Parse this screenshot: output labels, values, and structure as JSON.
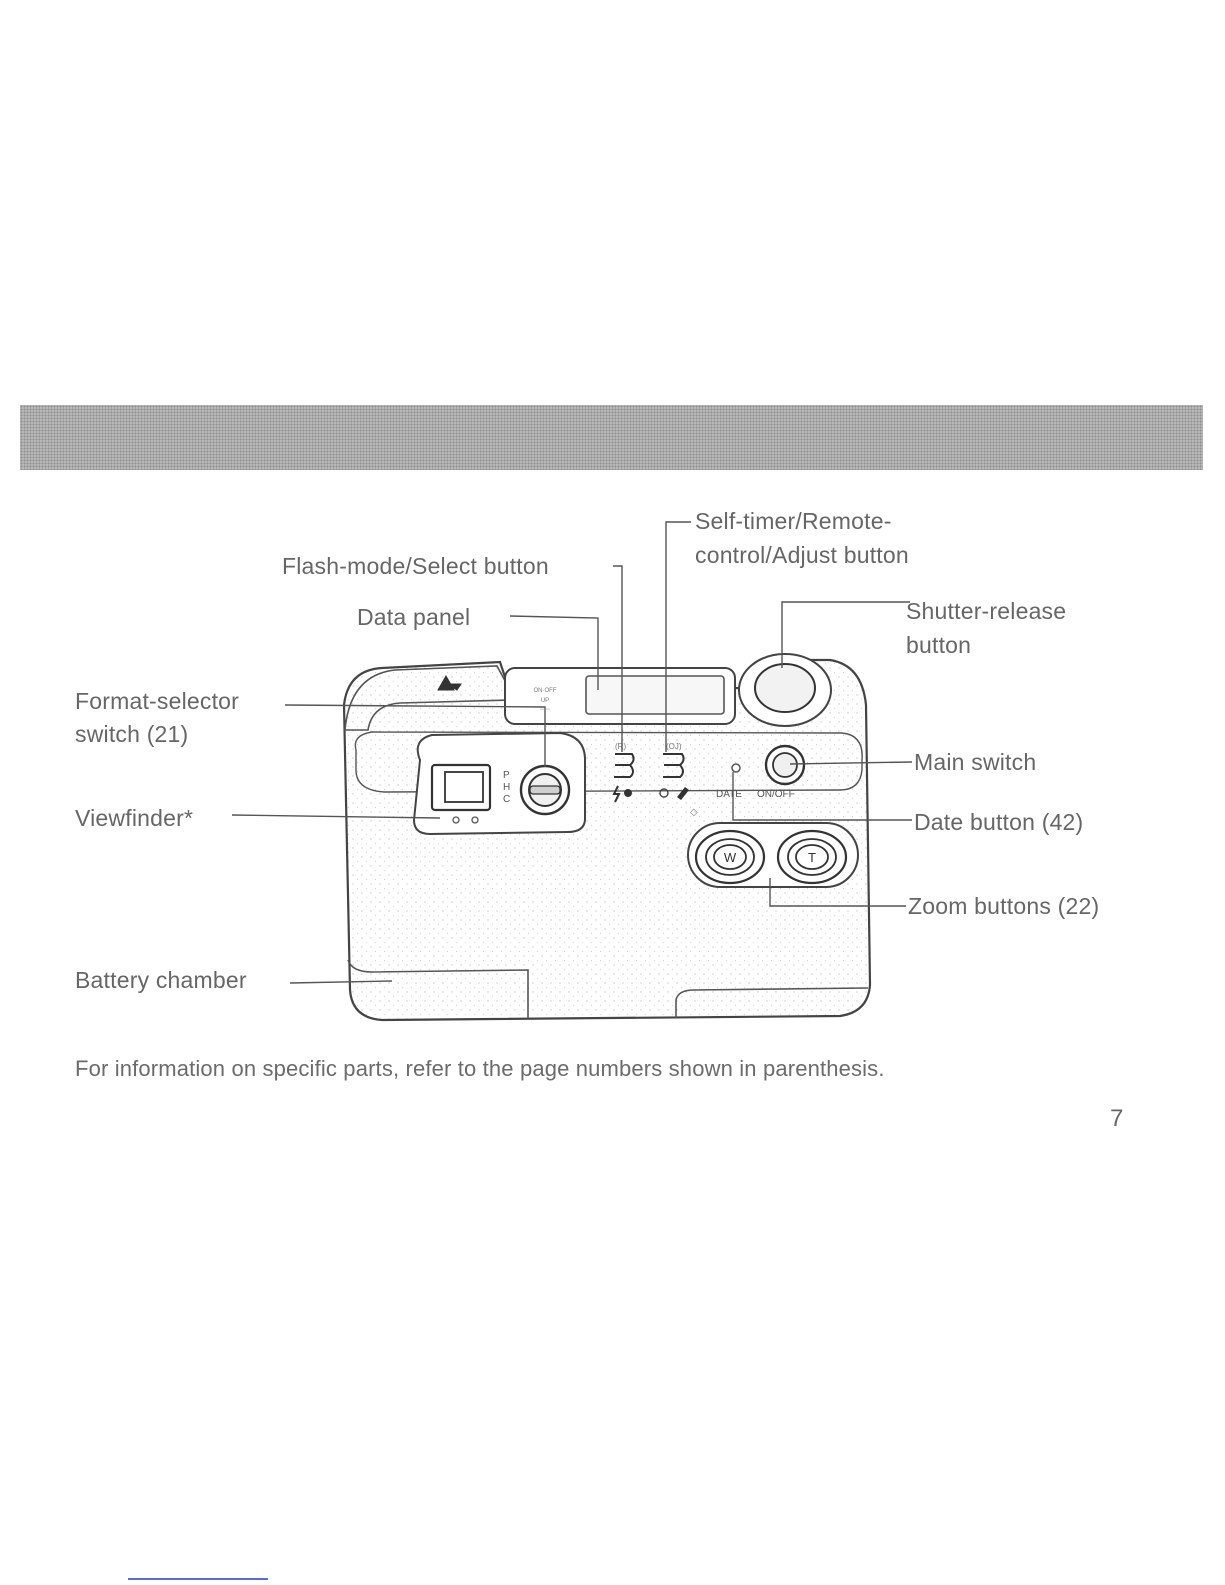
{
  "callouts": {
    "flash_mode": "Flash-mode/Select button",
    "data_panel": "Data panel",
    "self_timer": "Self-timer/Remote-\ncontrol/Adjust button",
    "shutter_release": "Shutter-release\nbutton",
    "format_selector": "Format-selector\nswitch (21)",
    "viewfinder": "Viewfinder*",
    "main_switch": "Main switch",
    "date_button": "Date button (42)",
    "zoom_buttons": "Zoom buttons (22)",
    "battery_chamber": "Battery chamber"
  },
  "camera_markings": {
    "date_label": "DATE",
    "onoff_label": "ON/OFF",
    "zoom_wide": "W",
    "zoom_tele": "T",
    "format_letters": [
      "P",
      "H",
      "C"
    ]
  },
  "caption": "For information on specific parts, refer to the page numbers shown in parenthesis.",
  "page_number": "7"
}
